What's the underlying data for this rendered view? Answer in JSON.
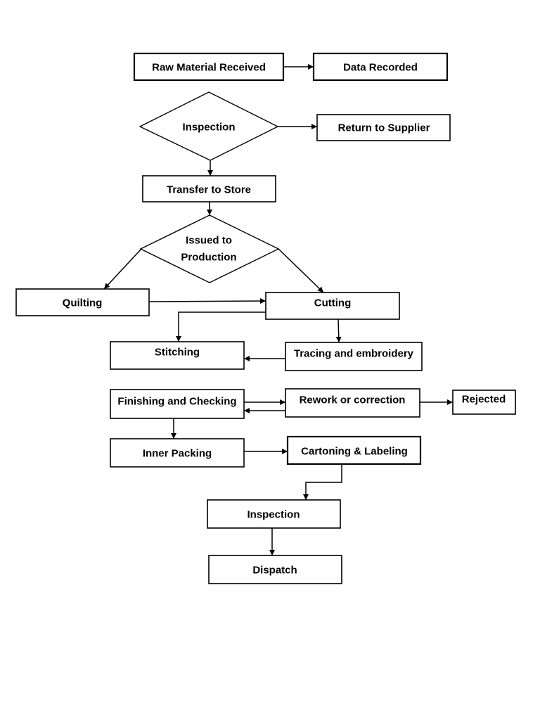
{
  "colors": {
    "background": "#ffffff",
    "stroke": "#000000",
    "text": "#000000"
  },
  "diagram": {
    "nodes": {
      "raw_material_received": "Raw Material Received",
      "data_recorded": "Data Recorded",
      "inspection_decision": "Inspection",
      "return_to_supplier": "Return to Supplier",
      "transfer_to_store": "Transfer to Store",
      "issued_to_production": [
        "Issued to",
        "Production"
      ],
      "quilting": "Quilting",
      "cutting": "Cutting",
      "stitching": "Stitching",
      "tracing_and_embroidery": "Tracing and embroidery",
      "finishing_and_checking": "Finishing and Checking",
      "rework_or_correction": "Rework or correction",
      "rejected": "Rejected",
      "inner_packing": "Inner Packing",
      "cartoning_and_labeling": "Cartoning & Labeling",
      "final_inspection": "Inspection",
      "dispatch": "Dispatch"
    }
  }
}
